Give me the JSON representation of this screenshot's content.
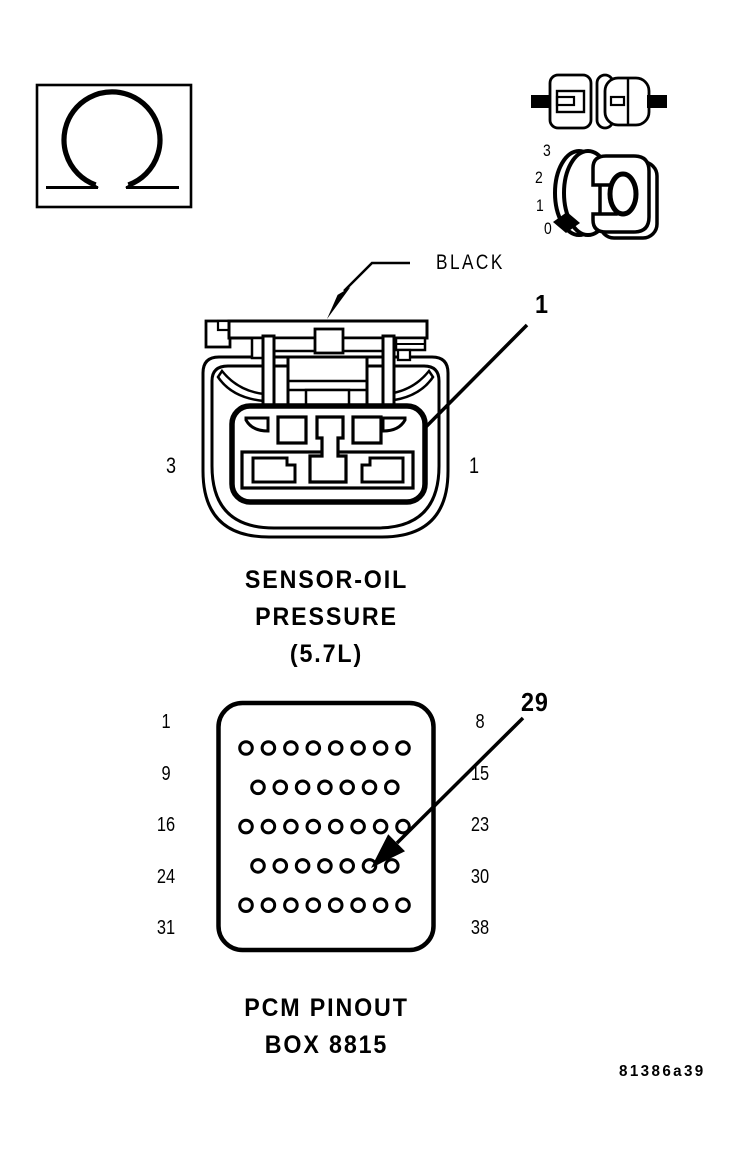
{
  "figure": {
    "code": "81386a39"
  },
  "colors": {
    "line": "#000000",
    "background": "#ffffff"
  },
  "meter_icon": {
    "symbol": "omega"
  },
  "probe_icons": {
    "dial_ticks": [
      "3",
      "2",
      "1",
      "0"
    ]
  },
  "connector": {
    "wire_color": "BLACK",
    "callout_pin": "1",
    "pin_left": "3",
    "pin_right": "1",
    "caption": [
      "SENSOR-OIL",
      "PRESSURE",
      "(5.7L)"
    ]
  },
  "pcm": {
    "callout_pin": "29",
    "caption": [
      "PCM PINOUT",
      "BOX 8815"
    ],
    "rows": [
      {
        "left": "1",
        "right": "8",
        "pins": 8,
        "offset": false
      },
      {
        "left": "9",
        "right": "15",
        "pins": 7,
        "offset": true
      },
      {
        "left": "16",
        "right": "23",
        "pins": 8,
        "offset": false
      },
      {
        "left": "24",
        "right": "30",
        "pins": 7,
        "offset": true
      },
      {
        "left": "31",
        "right": "38",
        "pins": 8,
        "offset": false
      }
    ]
  }
}
